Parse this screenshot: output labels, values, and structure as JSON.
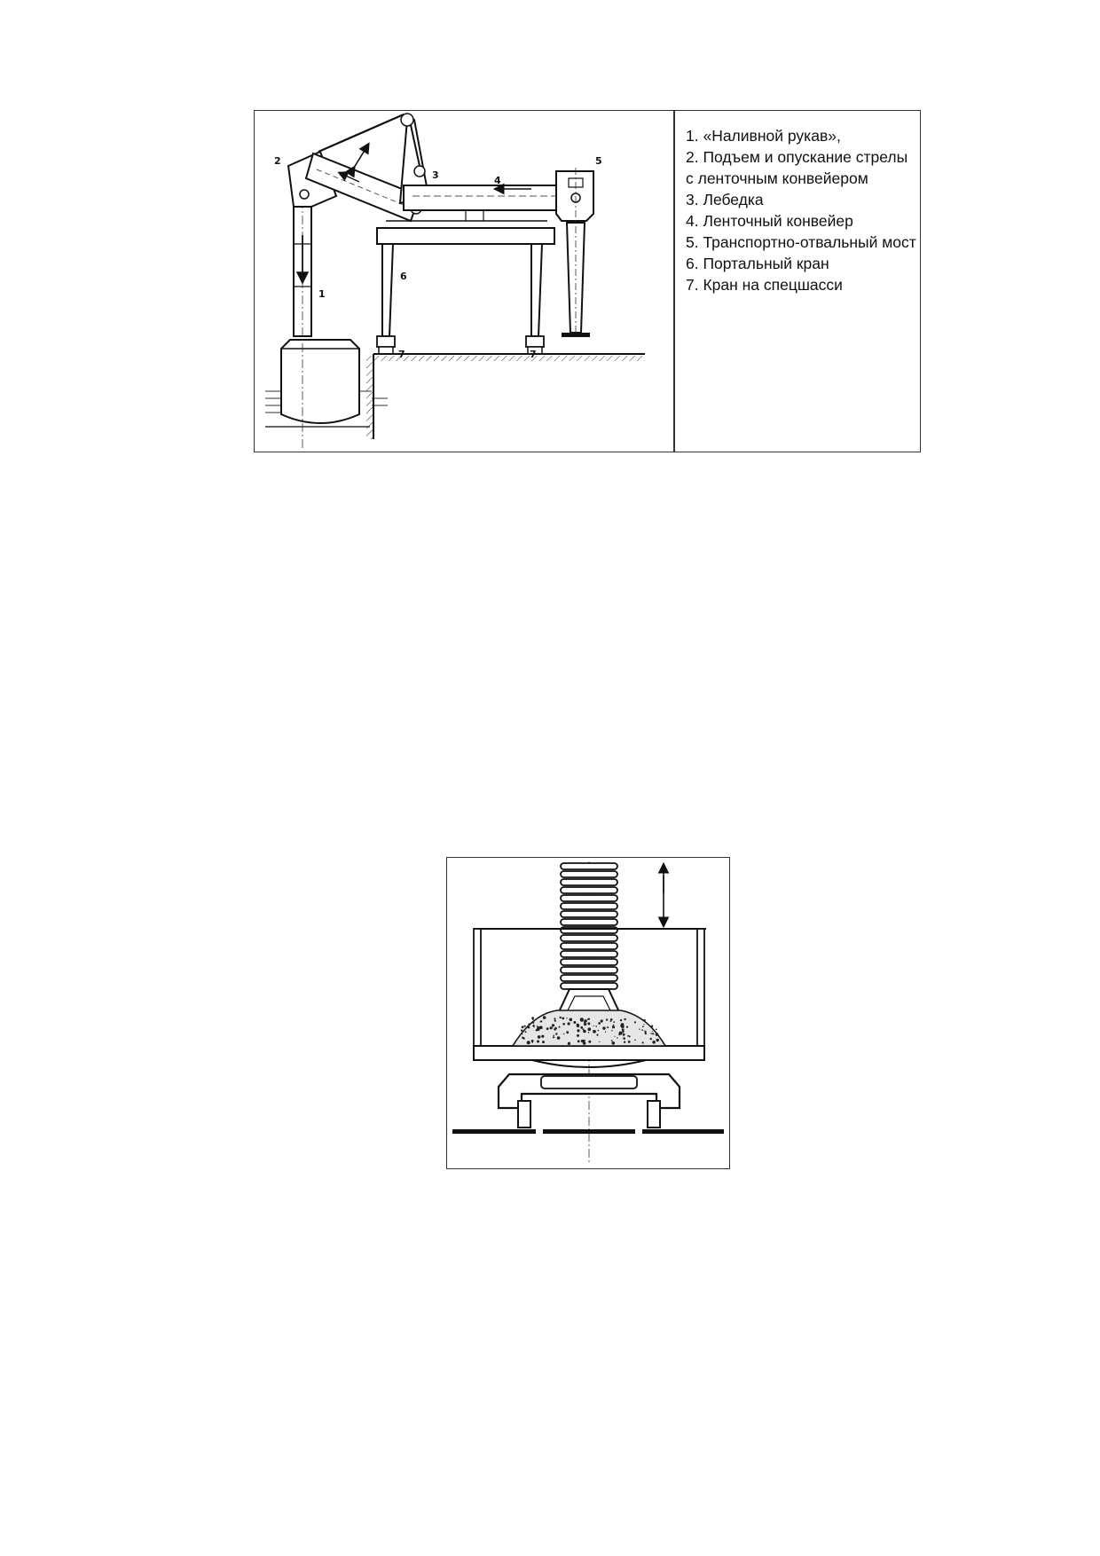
{
  "figure1": {
    "callouts": [
      "1",
      "2",
      "3",
      "4",
      "5",
      "6",
      "7",
      "7"
    ],
    "legend": [
      "1. «Наливной рукав»,",
      "2. Подъем и опускание  стрелы с ленточным конвейером",
      "3. Лебедка",
      "4. Ленточный конвейер",
      "5. Транспортно-отвальный мост",
      "6. Портальный кран",
      "7. Кран на спецшасси"
    ]
  },
  "figure2": {
    "arrow_icon": "double-headed-vertical-arrow-icon"
  }
}
